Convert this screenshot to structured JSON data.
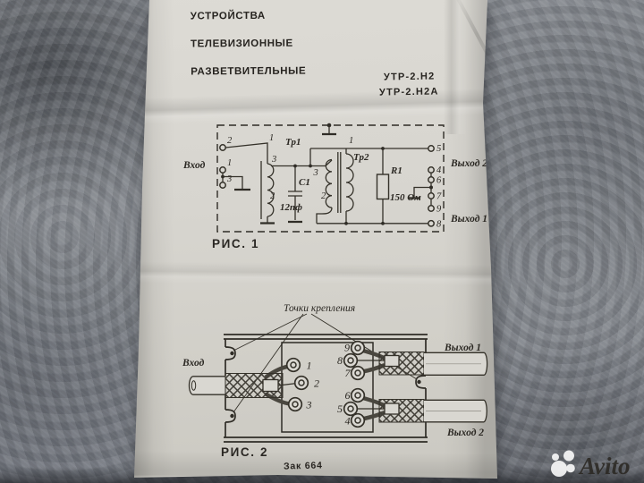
{
  "doc": {
    "title": [
      "УСТРОЙСТВА",
      "ТЕЛЕВИЗИОННЫЕ",
      "РАЗВЕТВИТЕЛЬНЫЕ"
    ],
    "models": [
      "УТР-2.Н2",
      "УТР-2.Н2А"
    ],
    "fig1": {
      "caption": "РИС. 1",
      "input": "Вход",
      "output2": "Выход 2",
      "output1": "Выход 1",
      "tr1": "Тр1",
      "tr2": "Тр2",
      "c1": "С1",
      "c1_value": "12пф",
      "r1": "R1",
      "r1_value": "150 Ом",
      "left_terminals": [
        "2",
        "1",
        "3"
      ],
      "right_terminals": [
        "5",
        "4",
        "6",
        "7",
        "9",
        "8"
      ],
      "tr1_taps": [
        "1",
        "3",
        "2"
      ],
      "tr2_taps": [
        "1",
        "3",
        "2"
      ]
    },
    "fig2": {
      "caption": "РИС. 2",
      "mounting_note": "Точки крепления",
      "input": "Вход",
      "output1": "Выход 1",
      "output2": "Выход 2",
      "input_terminals": [
        "1",
        "2",
        "3"
      ],
      "output1_terminals": [
        "9",
        "8",
        "7"
      ],
      "output2_terminals": [
        "6",
        "5",
        "4"
      ]
    },
    "footer": "Зак 664"
  },
  "watermark": {
    "brand": "Avito"
  },
  "colors": {
    "paper": "#d8d6d0",
    "fabric": "#84888e",
    "ink": "#2f2c26",
    "watermark": "#ffffff"
  }
}
